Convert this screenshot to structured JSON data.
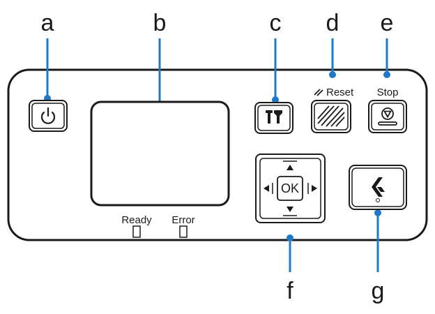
{
  "callouts": {
    "a": "a",
    "b": "b",
    "c": "c",
    "d": "d",
    "e": "e",
    "f": "f",
    "g": "g"
  },
  "labels": {
    "reset": "Reset",
    "stop": "Stop",
    "ok": "OK",
    "ready": "Ready",
    "error": "Error"
  },
  "colors": {
    "callout": "#1f78c8",
    "stroke": "#1a1a1a"
  },
  "icons": {
    "power": "power-icon",
    "settings": "settings-icon",
    "reset": "reset-icon",
    "stop": "stop-icon",
    "start": "start-icon"
  }
}
